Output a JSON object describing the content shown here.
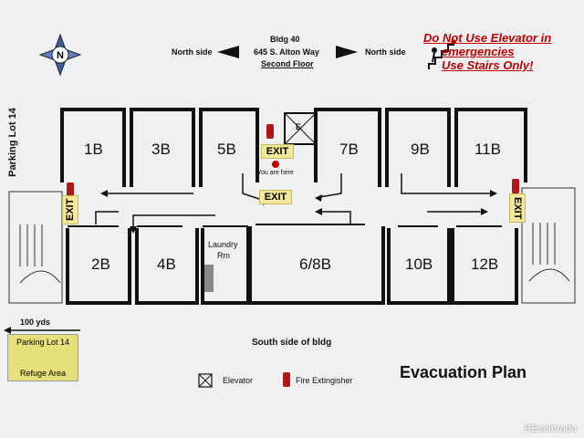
{
  "header": {
    "bldg": "Bldg 40",
    "address": "645 S. Alton Way",
    "floor": "Second Floor",
    "north_left": "North side",
    "north_right": "North side"
  },
  "warning": {
    "line1": "Do Not Use Elevator in",
    "line2": "emergencies",
    "line3": "Use Stairs Only!"
  },
  "labels": {
    "parking_side": "Parking Lot 14",
    "south": "South side of bldg",
    "distance": "100 yds",
    "you_are_here": "You are here",
    "laundry": "Laundry",
    "laundry_rm": "Rm",
    "elevator_letter": "E"
  },
  "refuge": {
    "title": "Parking Lot 14",
    "caption": "Refuge Area"
  },
  "rooms": {
    "r1b": "1B",
    "r3b": "3B",
    "r5b": "5B",
    "r7b": "7B",
    "r9b": "9B",
    "r11b": "11B",
    "r2b": "2B",
    "r4b": "4B",
    "r68b": "6/8B",
    "r10b": "10B",
    "r12b": "12B"
  },
  "exits": {
    "left": "EXIT",
    "right": "EXIT",
    "center": "EXIT",
    "stair": "EXIT"
  },
  "legend": {
    "elevator": "Elevator",
    "extinguisher": "Fire Extingisher",
    "title": "Evacuation Plan"
  },
  "watermark": "REcolorado",
  "colors": {
    "extinguisher": "#b01818",
    "warning": "#c00000",
    "refuge_bg": "#e6e07a",
    "exit_bg": "#f3e79a"
  }
}
